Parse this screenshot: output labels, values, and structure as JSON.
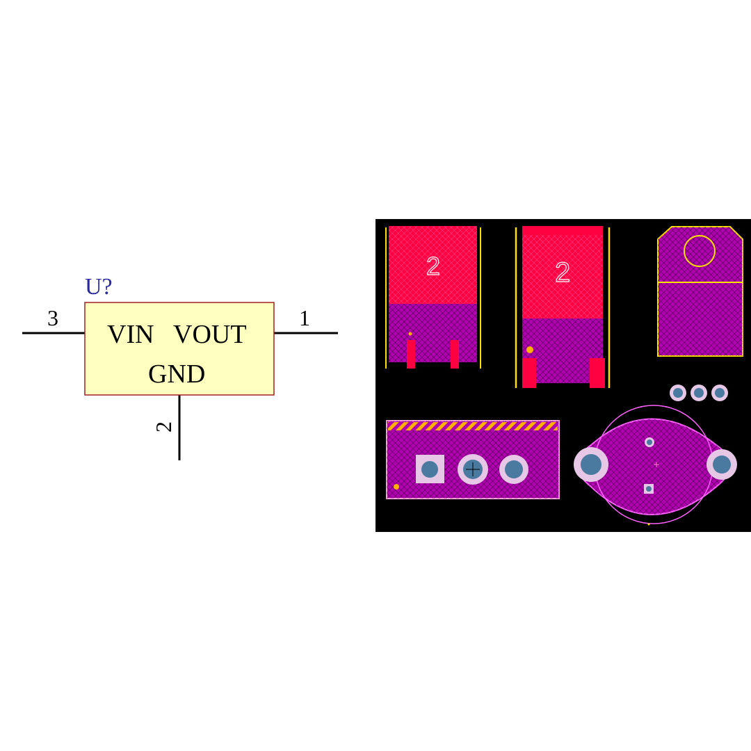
{
  "schematic": {
    "designator": "U?",
    "pins": {
      "vin_number": "3",
      "vout_number": "1",
      "gnd_number": "2"
    },
    "body_labels": {
      "vin": "VIN",
      "vout": "VOUT",
      "gnd": "GND"
    }
  },
  "footprints": {
    "dpak_tab_label": "2",
    "d2pak_tab_label": "2"
  },
  "colors": {
    "schematic_body_fill": "#FFFFC0",
    "schematic_body_stroke": "#A02020",
    "designator_color": "#2A2A9A",
    "pcb_background": "#000000",
    "top_layer_red": "#FF0040",
    "multilayer_magenta": "#B000B0",
    "silkscreen_yellow": "#FFE000",
    "pad_hole_blue": "#4A7AA0"
  }
}
